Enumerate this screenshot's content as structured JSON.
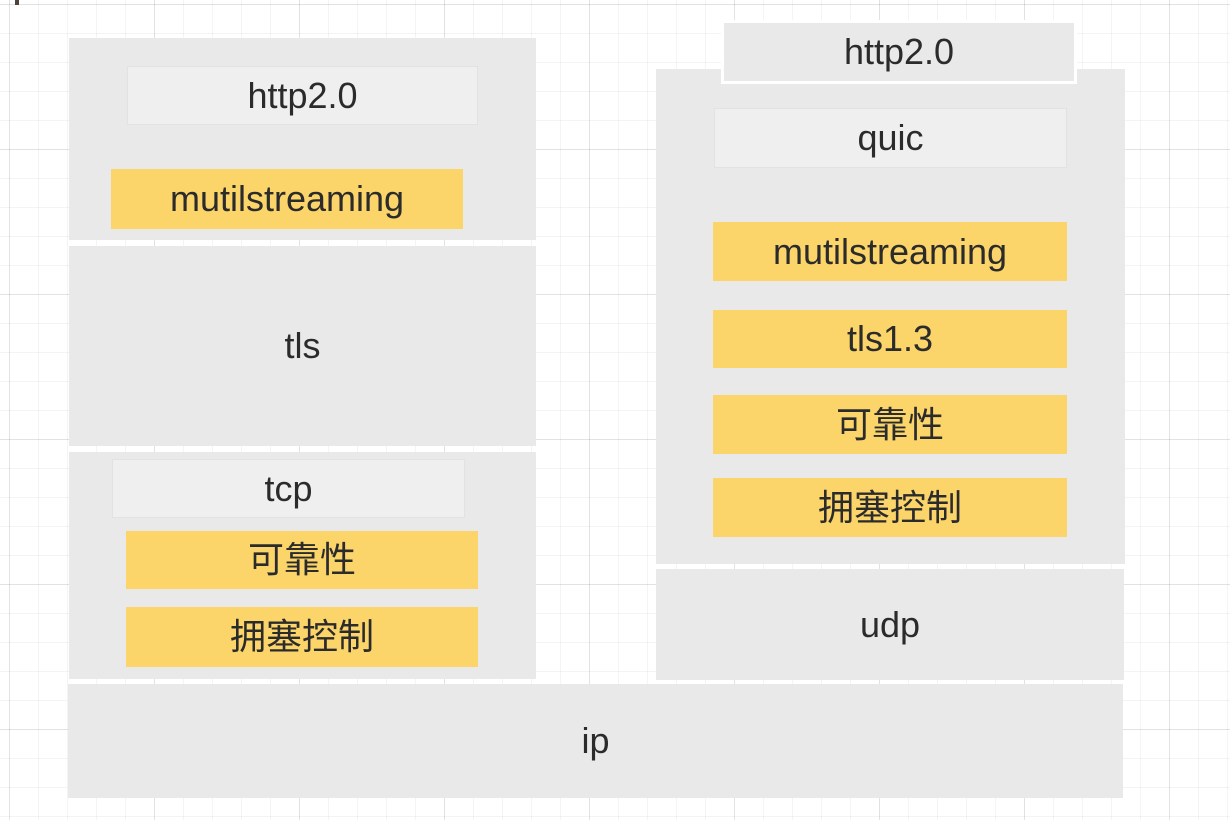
{
  "left_stack": {
    "http2_label": "http2.0",
    "multistreaming_label": "mutilstreaming",
    "tls_label": "tls",
    "tcp_label": "tcp",
    "reliability_label": "可靠性",
    "congestion_label": "拥塞控制"
  },
  "right_stack": {
    "http2_label": "http2.0",
    "quic_label": "quic",
    "multistreaming_label": "mutilstreaming",
    "tls13_label": "tls1.3",
    "reliability_label": "可靠性",
    "congestion_label": "拥塞控制",
    "udp_label": "udp"
  },
  "base": {
    "ip_label": "ip"
  },
  "colors": {
    "box_fill": "#e9e9e9",
    "highlight_fill": "#fbd46a",
    "text": "#2b2b2b",
    "grid_line": "rgba(0,0,0,0.05)",
    "background": "#ffffff"
  }
}
